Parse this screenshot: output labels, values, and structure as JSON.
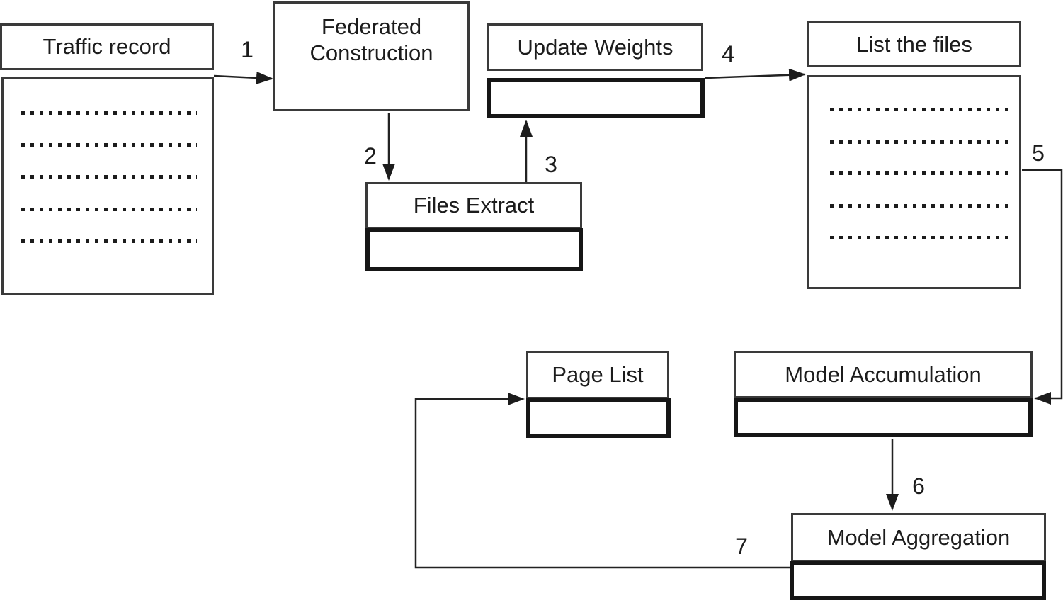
{
  "diagram": {
    "type": "flowchart",
    "background": "#ffffff",
    "ink_color": "#1c1c1c",
    "box_border_color": "#3a3a3a",
    "bold_border_color": "#161616",
    "nodes": [
      {
        "id": "traffic-record",
        "label": "Traffic record",
        "style": "title-with-dotted-list",
        "dotted_lines": 5
      },
      {
        "id": "federated-construction",
        "label": "Federated Construction",
        "style": "plain-box"
      },
      {
        "id": "files-extract",
        "label": "Files Extract",
        "style": "title-with-bold-subbox"
      },
      {
        "id": "update-weights",
        "label": "Update Weights",
        "style": "title-with-bold-subbox"
      },
      {
        "id": "list-the-files",
        "label": "List the files",
        "style": "title-with-dotted-list",
        "dotted_lines": 5
      },
      {
        "id": "page-list",
        "label": "Page List",
        "style": "title-with-bold-subbox"
      },
      {
        "id": "model-accumulation",
        "label": "Model Accumulation",
        "style": "title-with-bold-subbox"
      },
      {
        "id": "model-aggregation",
        "label": "Model Aggregation",
        "style": "title-with-bold-subbox"
      }
    ],
    "edges": [
      {
        "step": "1",
        "from": "traffic-record",
        "to": "federated-construction"
      },
      {
        "step": "2",
        "from": "federated-construction",
        "to": "files-extract"
      },
      {
        "step": "3",
        "from": "files-extract",
        "to": "update-weights"
      },
      {
        "step": "4",
        "from": "update-weights",
        "to": "list-the-files"
      },
      {
        "step": "5",
        "from": "list-the-files",
        "to": "model-accumulation"
      },
      {
        "step": "6",
        "from": "model-accumulation",
        "to": "model-aggregation"
      },
      {
        "step": "7",
        "from": "model-aggregation",
        "to": "page-list"
      }
    ]
  }
}
